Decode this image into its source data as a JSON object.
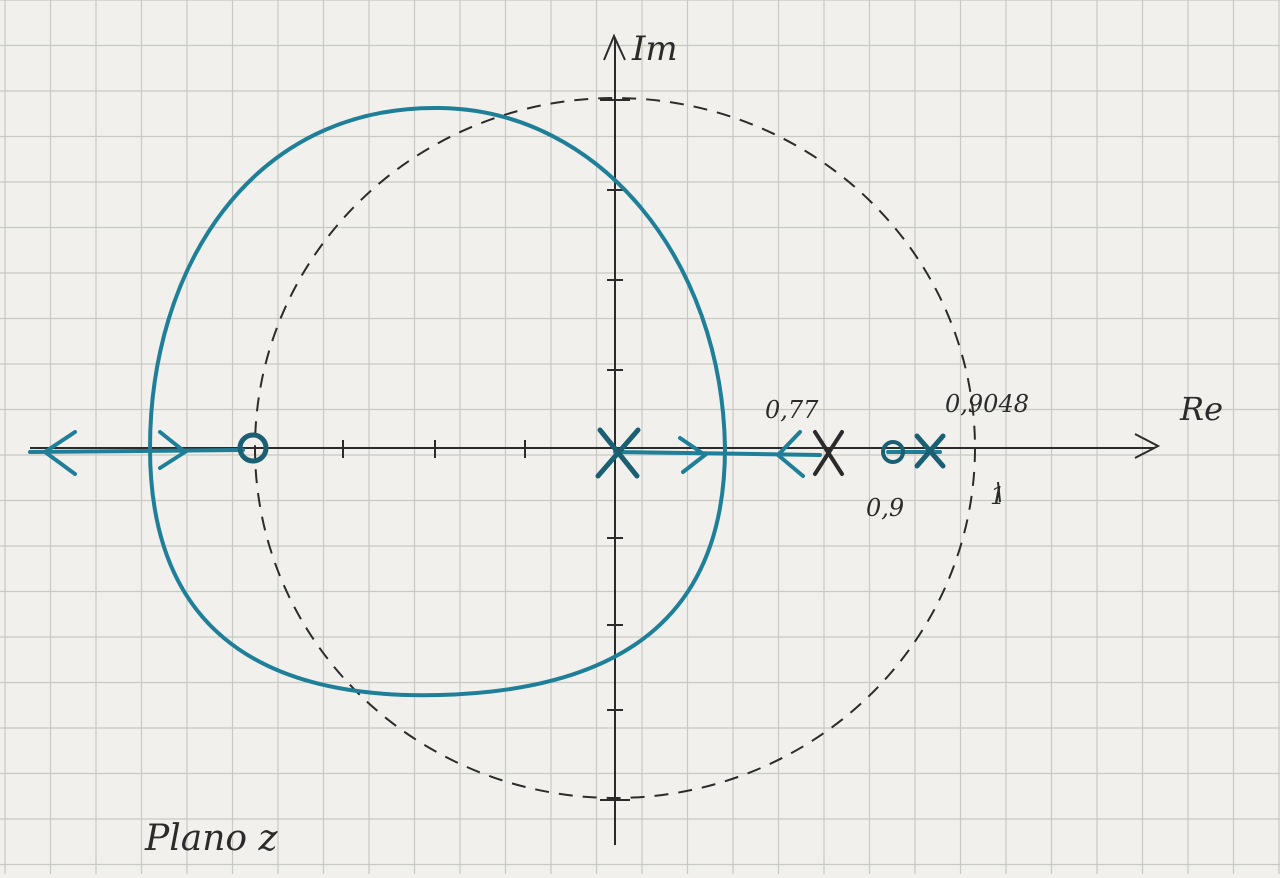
{
  "diagram": {
    "axes": {
      "real_label": "Re",
      "imag_label": "Im"
    },
    "annotations": {
      "pole_077": "0,77",
      "crossing_09048": "0,9048",
      "zero_09": "0,9",
      "unit_tick": "1",
      "plane_label": "Plano z"
    },
    "poles": [
      0,
      0.77,
      0.9048
    ],
    "zeros": [
      -1,
      0.9
    ],
    "colors": {
      "paper": "#f1f0ec",
      "grid": "#c9c9c4",
      "ink": "#2b2b2b",
      "locus": "#1f7f99"
    }
  }
}
